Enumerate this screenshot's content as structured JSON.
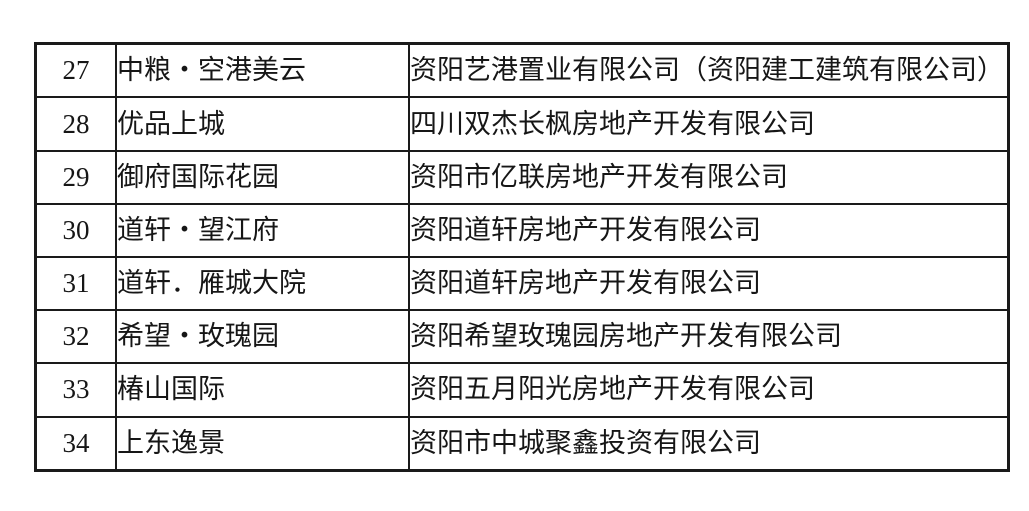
{
  "table": {
    "description": "Real estate project / developer list, rows 27-34",
    "colors": {
      "background": "#ffffff",
      "border": "#1a1a1a",
      "text": "#161616"
    },
    "rows": [
      {
        "no": "27",
        "project": "中粮・空港美云",
        "company": "资阳艺港置业有限公司（资阳建工建筑有限公司）"
      },
      {
        "no": "28",
        "project": "优品上城",
        "company": "四川双杰长枫房地产开发有限公司"
      },
      {
        "no": "29",
        "project": "御府国际花园",
        "company": "资阳市亿联房地产开发有限公司"
      },
      {
        "no": "30",
        "project": "道轩・望江府",
        "company": "资阳道轩房地产开发有限公司"
      },
      {
        "no": "31",
        "project": "道轩．雁城大院",
        "company": "资阳道轩房地产开发有限公司"
      },
      {
        "no": "32",
        "project": "希望・玫瑰园",
        "company": "资阳希望玫瑰园房地产开发有限公司"
      },
      {
        "no": "33",
        "project": "椿山国际",
        "company": "资阳五月阳光房地产开发有限公司"
      },
      {
        "no": "34",
        "project": "上东逸景",
        "company": "资阳市中城聚鑫投资有限公司"
      }
    ]
  }
}
